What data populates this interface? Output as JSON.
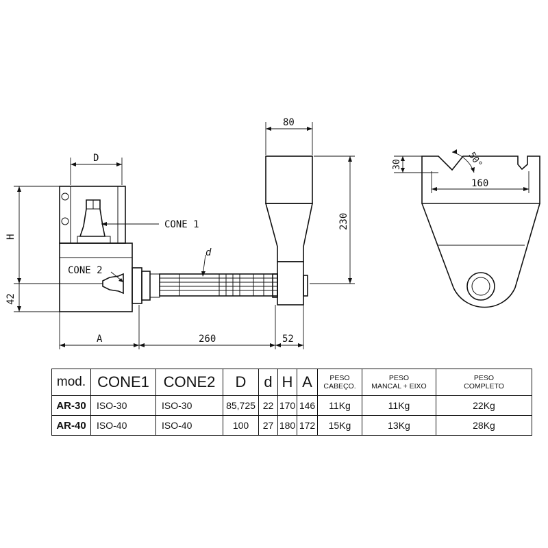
{
  "drawing": {
    "dims": {
      "d_upper": "D",
      "h_left": "H",
      "v42": "42",
      "a_bottom": "A",
      "d260": "260",
      "d52": "52",
      "d80": "80",
      "d230": "230",
      "small_d": "d",
      "d30": "30",
      "d160": "160",
      "angle": "50°"
    },
    "labels": {
      "cone1": "CONE 1",
      "cone2": "CONE 2"
    }
  },
  "table": {
    "headers": {
      "mod": "mod.",
      "cone1": "CONE1",
      "cone2": "CONE2",
      "D": "D",
      "d": "d",
      "H": "H",
      "A": "A",
      "peso_cabeco_1": "PESO",
      "peso_cabeco_2": "CABEÇO.",
      "peso_mancal_1": "PESO",
      "peso_mancal_2": "MANCAL + EIXO",
      "peso_completo_1": "PESO",
      "peso_completo_2": "COMPLETO"
    },
    "rows": [
      {
        "mod": "AR-30",
        "cone1": "ISO-30",
        "cone2": "ISO-30",
        "D": "85,725",
        "d": "22",
        "H": "170",
        "A": "146",
        "peso_cabeco": "11Kg",
        "peso_mancal": "11Kg",
        "peso_completo": "22Kg"
      },
      {
        "mod": "AR-40",
        "cone1": "ISO-40",
        "cone2": "ISO-40",
        "D": "100",
        "d": "27",
        "H": "180",
        "A": "172",
        "peso_cabeco": "15Kg",
        "peso_mancal": "13Kg",
        "peso_completo": "28Kg"
      }
    ]
  }
}
